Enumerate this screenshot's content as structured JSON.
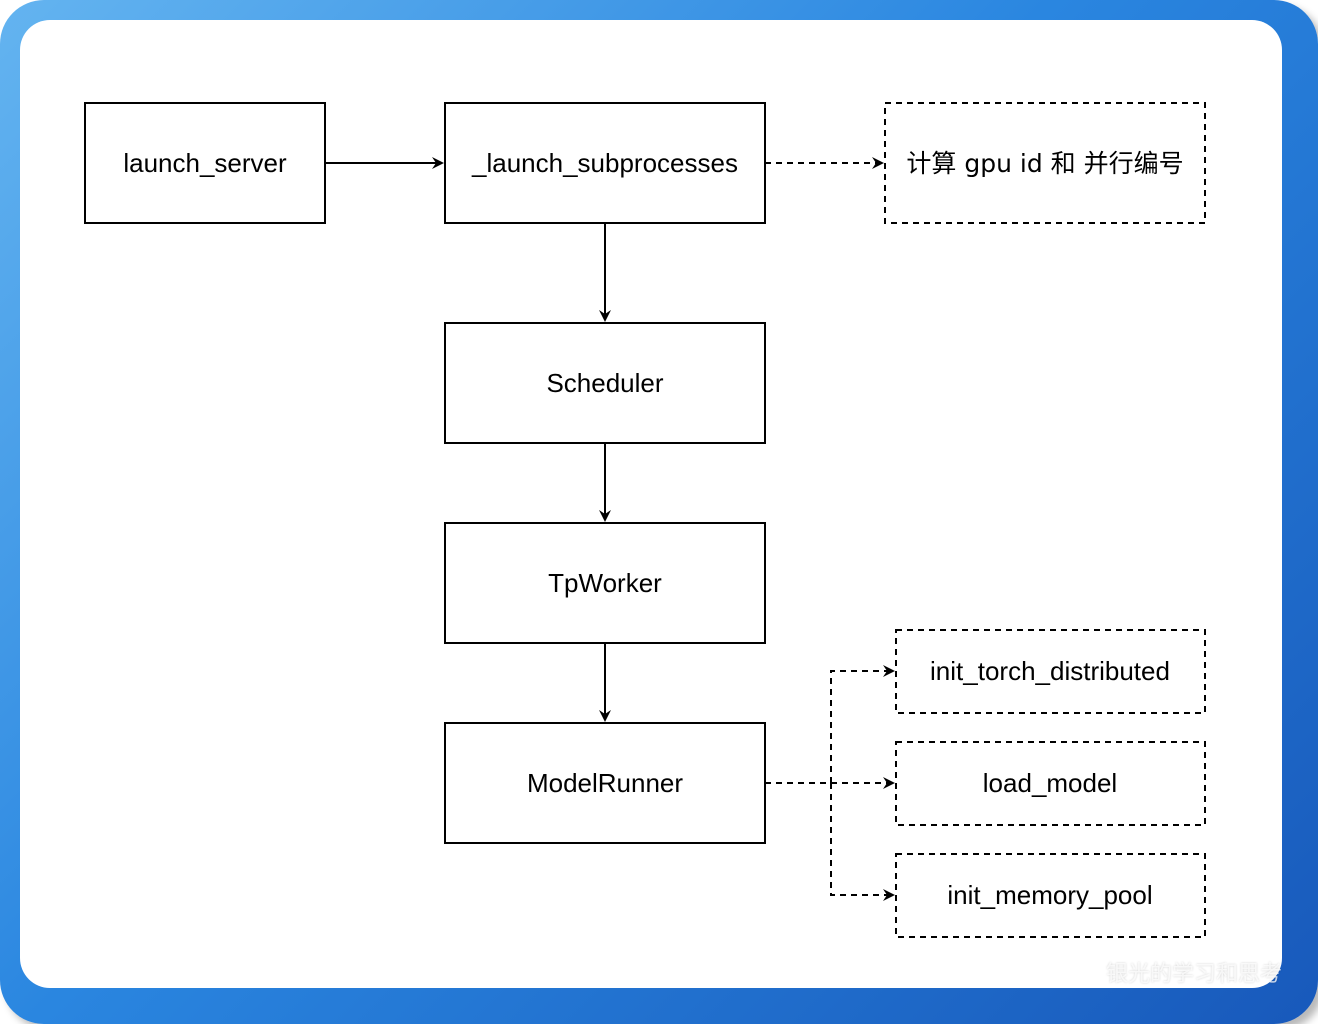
{
  "nodes": {
    "launch_server": "launch_server",
    "launch_subprocesses": "_launch_subprocesses",
    "compute_gpu": "计算 gpu id 和 并行编号",
    "scheduler": "Scheduler",
    "tpworker": "TpWorker",
    "modelrunner": "ModelRunner",
    "init_torch_distributed": "init_torch_distributed",
    "load_model": "load_model",
    "init_memory_pool": "init_memory_pool"
  },
  "watermark": "银光的学习和思考",
  "colors": {
    "frame_light": "#64b4f0",
    "frame_dark": "#1859bb",
    "stroke": "#000000",
    "background": "#ffffff"
  }
}
